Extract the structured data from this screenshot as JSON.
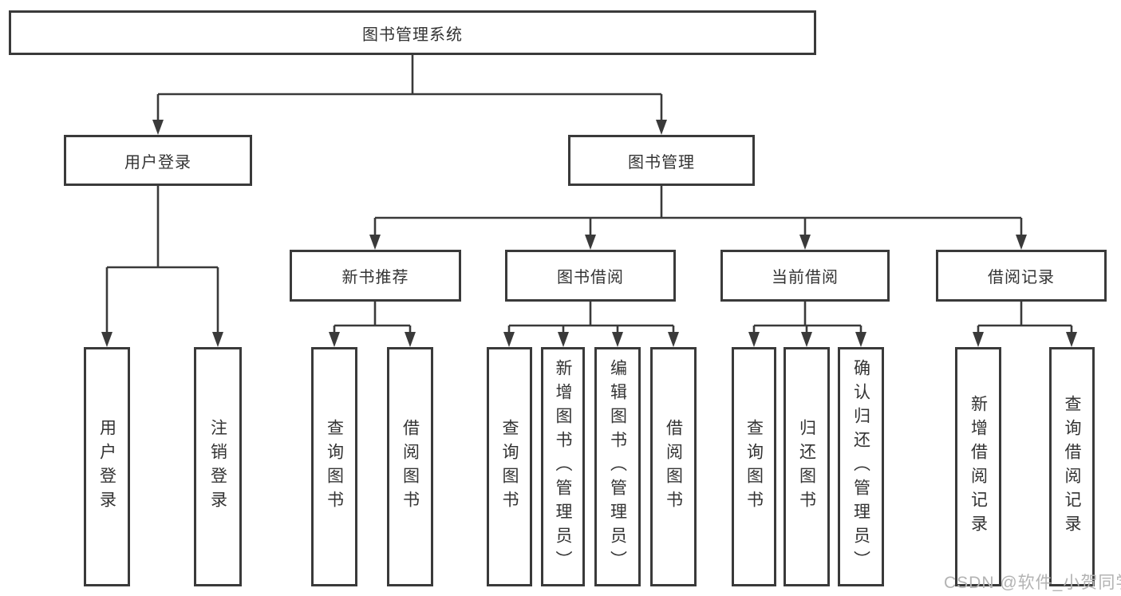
{
  "tree": {
    "root": "图书管理系统",
    "branches": [
      {
        "label": "用户登录",
        "children": [
          {
            "label": "用户登录"
          },
          {
            "label": "注销登录"
          }
        ]
      },
      {
        "label": "图书管理",
        "children": [
          {
            "label": "新书推荐",
            "children": [
              {
                "label": "查询图书"
              },
              {
                "label": "借阅图书"
              }
            ]
          },
          {
            "label": "图书借阅",
            "children": [
              {
                "label": "查询图书"
              },
              {
                "label": "新增图书（管理员）"
              },
              {
                "label": "编辑图书（管理员）"
              },
              {
                "label": "借阅图书"
              }
            ]
          },
          {
            "label": "当前借阅",
            "children": [
              {
                "label": "查询图书"
              },
              {
                "label": "归还图书"
              },
              {
                "label": "确认归还（管理员）"
              }
            ]
          },
          {
            "label": "借阅记录",
            "children": [
              {
                "label": "新增借阅记录"
              },
              {
                "label": "查询借阅记录"
              }
            ]
          }
        ]
      }
    ]
  },
  "watermark": {
    "text": "CSDN @软件_小贺同学"
  },
  "colors": {
    "line": "#3a3a3a",
    "text": "#333333",
    "watermark": "#b3b3b3",
    "background": "#ffffff"
  }
}
